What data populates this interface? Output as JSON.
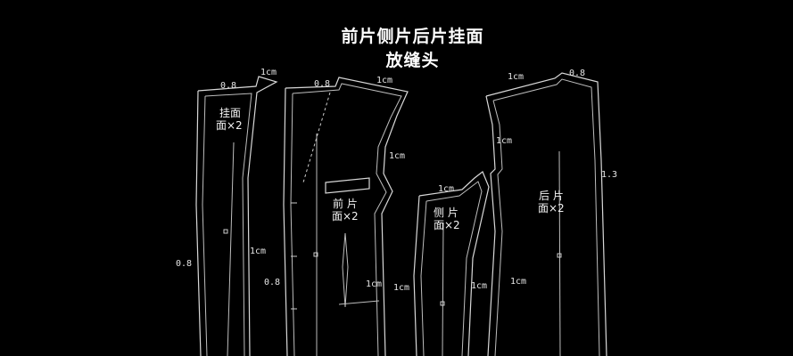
{
  "title": {
    "line1": "前片侧片后片挂面",
    "line2": "放缝头"
  },
  "pieces": {
    "facing": {
      "name": "挂面",
      "count": "面×2"
    },
    "front": {
      "name": "前 片",
      "count": "面×2"
    },
    "side": {
      "name": "侧 片",
      "count": "面×2"
    },
    "back": {
      "name": "后 片",
      "count": "面×2"
    }
  },
  "allowances": {
    "facing_top": "0.8",
    "facing_shoulder": "1cm",
    "facing_edge": "0.8",
    "facing_hem": "1cm",
    "front_top": "0.8",
    "front_shoulder": "1cm",
    "front_armhole": "1cm",
    "front_edge": "0.8",
    "front_side": "1cm",
    "side_armhole": "1cm",
    "side_left": "1cm",
    "side_right": "1cm",
    "back_shoulder": "1cm",
    "back_top": "0.8",
    "back_armhole": "1cm",
    "back_center": "1.3",
    "back_side": "1cm"
  },
  "colors": {
    "background": "#000000",
    "line": "#d8d8d8",
    "text": "#ffffff"
  }
}
